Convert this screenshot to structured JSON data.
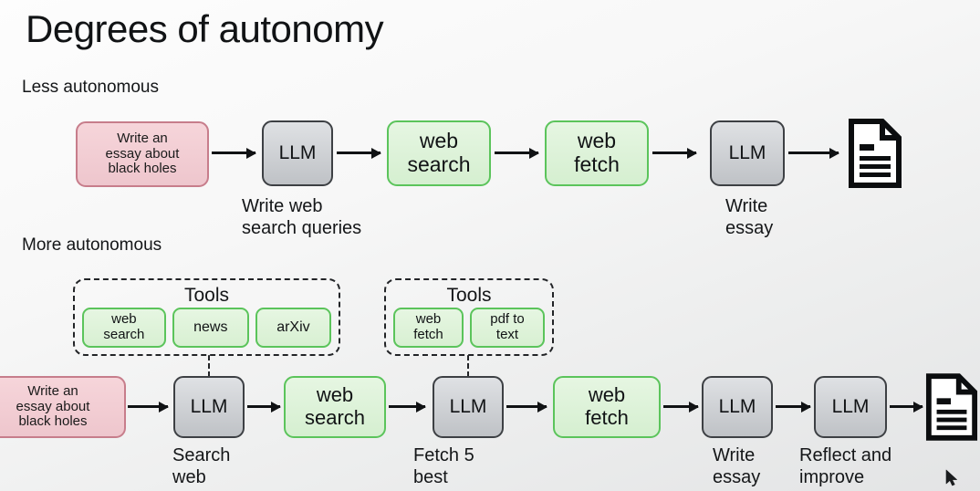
{
  "slide": {
    "title": "Degrees of autonomy",
    "band_less": "Less autonomous",
    "band_more": "More autonomous"
  },
  "colors": {
    "pink_fill": "#f1ccd3",
    "pink_border": "#c77d8b",
    "gray_fill": "#d2d5d9",
    "gray_border": "#3d4044",
    "green_fill": "#ddf2d8",
    "green_border": "#5bc45b",
    "line": "#101214",
    "text": "#141618",
    "background": "#f2f3f3"
  },
  "top_flow": {
    "nodes": [
      {
        "id": "prompt",
        "label": "Write an\nessay about\nblack holes",
        "kind": "pink",
        "caption": ""
      },
      {
        "id": "llm-1",
        "label": "LLM",
        "kind": "gray",
        "caption": "Write web\nsearch queries"
      },
      {
        "id": "web-search",
        "label": "web\nsearch",
        "kind": "green",
        "caption": ""
      },
      {
        "id": "web-fetch",
        "label": "web\nfetch",
        "kind": "green",
        "caption": ""
      },
      {
        "id": "llm-2",
        "label": "LLM",
        "kind": "gray",
        "caption": "Write\nessay"
      },
      {
        "id": "output-document",
        "label": "",
        "kind": "doc",
        "caption": ""
      }
    ]
  },
  "bottom_flow": {
    "nodes": [
      {
        "id": "prompt",
        "label": "Write an\nessay about\nblack holes",
        "kind": "pink",
        "caption": ""
      },
      {
        "id": "llm-1",
        "label": "LLM",
        "kind": "gray",
        "caption": "Search\nweb"
      },
      {
        "id": "web-search",
        "label": "web\nsearch",
        "kind": "green",
        "caption": ""
      },
      {
        "id": "llm-2",
        "label": "LLM",
        "kind": "gray",
        "caption": "Fetch 5\nbest"
      },
      {
        "id": "web-fetch",
        "label": "web\nfetch",
        "kind": "green",
        "caption": ""
      },
      {
        "id": "llm-3",
        "label": "LLM",
        "kind": "gray",
        "caption": "Write\nessay"
      },
      {
        "id": "llm-4",
        "label": "LLM",
        "kind": "gray",
        "caption": "Reflect and\nimprove"
      },
      {
        "id": "output-document",
        "label": "",
        "kind": "doc",
        "caption": ""
      }
    ]
  },
  "tool_groups": [
    {
      "id": "tools-search",
      "title": "Tools",
      "chips": [
        "web\nsearch",
        "news",
        "arXiv"
      ]
    },
    {
      "id": "tools-fetch",
      "title": "Tools",
      "chips": [
        "web\nfetch",
        "pdf to\ntext"
      ]
    }
  ],
  "icons": {
    "document": "document-icon",
    "cursor": "mouse-cursor"
  }
}
